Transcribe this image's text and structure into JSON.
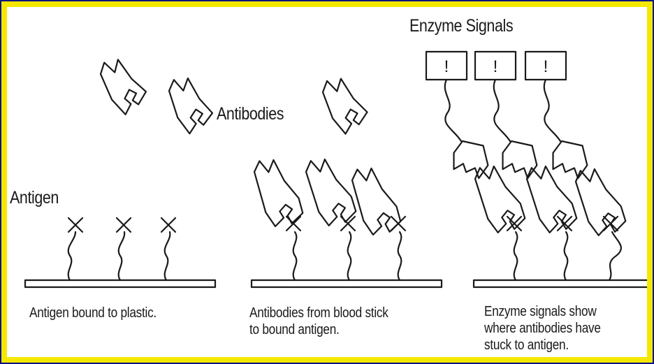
{
  "labels": {
    "enzyme_signals": "Enzyme Signals",
    "antibodies": "Antibodies",
    "antigen": "Antigen",
    "enzyme_marker": "!"
  },
  "captions": {
    "panel1": [
      "Antigen bound to plastic."
    ],
    "panel2": [
      "Antibodies from blood stick",
      "to bound antigen."
    ],
    "panel3": [
      "Enzyme signals show",
      "where antibodies have",
      "stuck to antigen."
    ]
  },
  "colors": {
    "background": "#0a1480",
    "frame": "#f5e800",
    "panel": "#ffffff",
    "ink": "#1a1a1a"
  }
}
